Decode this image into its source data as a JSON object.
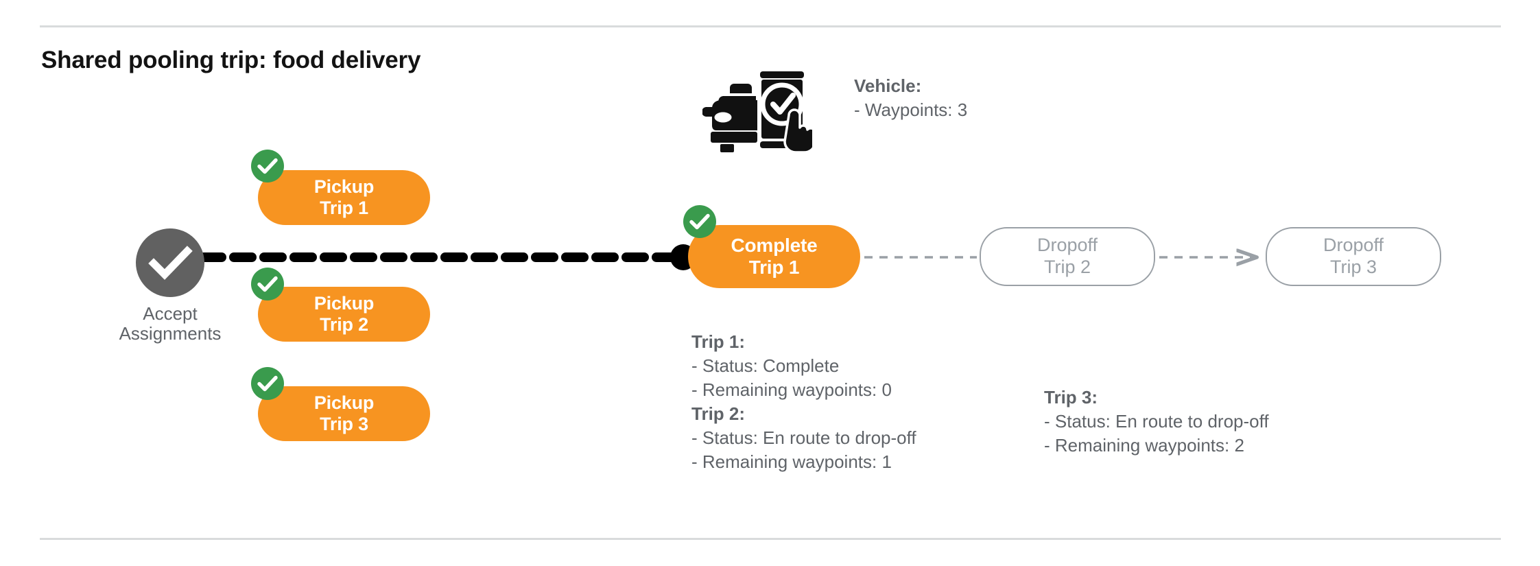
{
  "page": {
    "title": "Shared pooling trip: food delivery",
    "background": "#ffffff"
  },
  "colors": {
    "orange": "#f79421",
    "green": "#3a9b4d",
    "gray_node": "#616161",
    "gray_text": "#5f6368",
    "gray_outline": "#9aa0a6",
    "divider": "#d9dbdc",
    "black": "#000000"
  },
  "accept_node": {
    "icon": "check-circle-icon",
    "label_line1": "Accept",
    "label_line2": "Assignments",
    "label": "Accept\nAssignments"
  },
  "vehicle": {
    "icon": "vehicle-app-check-icon",
    "heading": "Vehicle",
    "heading_suffix": ":",
    "waypoints_line": "- Waypoints: 3",
    "waypoints": 3
  },
  "nodes": {
    "pickups": [
      {
        "name": "pickup-trip-1",
        "line1": "Pickup",
        "line2": "Trip 1",
        "label": "Pickup\nTrip 1",
        "state": "complete",
        "badge": "check-badge-icon"
      },
      {
        "name": "pickup-trip-2",
        "line1": "Pickup",
        "line2": "Trip 2",
        "label": "Pickup\nTrip 2",
        "state": "complete",
        "badge": "check-badge-icon"
      },
      {
        "name": "pickup-trip-3",
        "line1": "Pickup",
        "line2": "Trip 3",
        "label": "Pickup\nTrip 3",
        "state": "complete",
        "badge": "check-badge-icon"
      }
    ],
    "complete": {
      "name": "complete-trip-1",
      "line1": "Complete",
      "line2": "Trip 1",
      "label": "Complete\nTrip 1",
      "state": "complete",
      "badge": "check-badge-icon"
    },
    "dropoffs": [
      {
        "name": "dropoff-trip-2",
        "line1": "Dropoff",
        "line2": "Trip 2",
        "label": "Dropoff\nTrip 2",
        "state": "pending"
      },
      {
        "name": "dropoff-trip-3",
        "line1": "Dropoff",
        "line2": "Trip 3",
        "label": "Dropoff\nTrip 3",
        "state": "pending"
      }
    ]
  },
  "connectors": [
    {
      "name": "accept-to-complete",
      "style": "dashed-thick-black",
      "arrow": false,
      "endpoint": "dot"
    },
    {
      "name": "complete-to-dropoff-2",
      "style": "dashed-thin-gray",
      "arrow": false
    },
    {
      "name": "dropoff-2-to-dropoff-3",
      "style": "dashed-thin-gray",
      "arrow": true
    }
  ],
  "trips": [
    {
      "name": "trip-1",
      "heading": "Trip 1",
      "heading_suffix": ":",
      "status_line": "- Status:  Complete",
      "status": "Complete",
      "waypoints_line": "- Remaining waypoints: 0",
      "remaining_waypoints": 0
    },
    {
      "name": "trip-2",
      "heading": "Trip 2",
      "heading_suffix": ":",
      "status_line": "- Status:  En route to drop-off",
      "status": "En route to drop-off",
      "waypoints_line": "- Remaining waypoints: 1",
      "remaining_waypoints": 1
    },
    {
      "name": "trip-3",
      "heading": "Trip 3",
      "heading_suffix": ":",
      "status_line": "- Status:  En route to drop-off",
      "status": "En route to drop-off",
      "waypoints_line": "- Remaining waypoints: 2",
      "remaining_waypoints": 2
    }
  ]
}
